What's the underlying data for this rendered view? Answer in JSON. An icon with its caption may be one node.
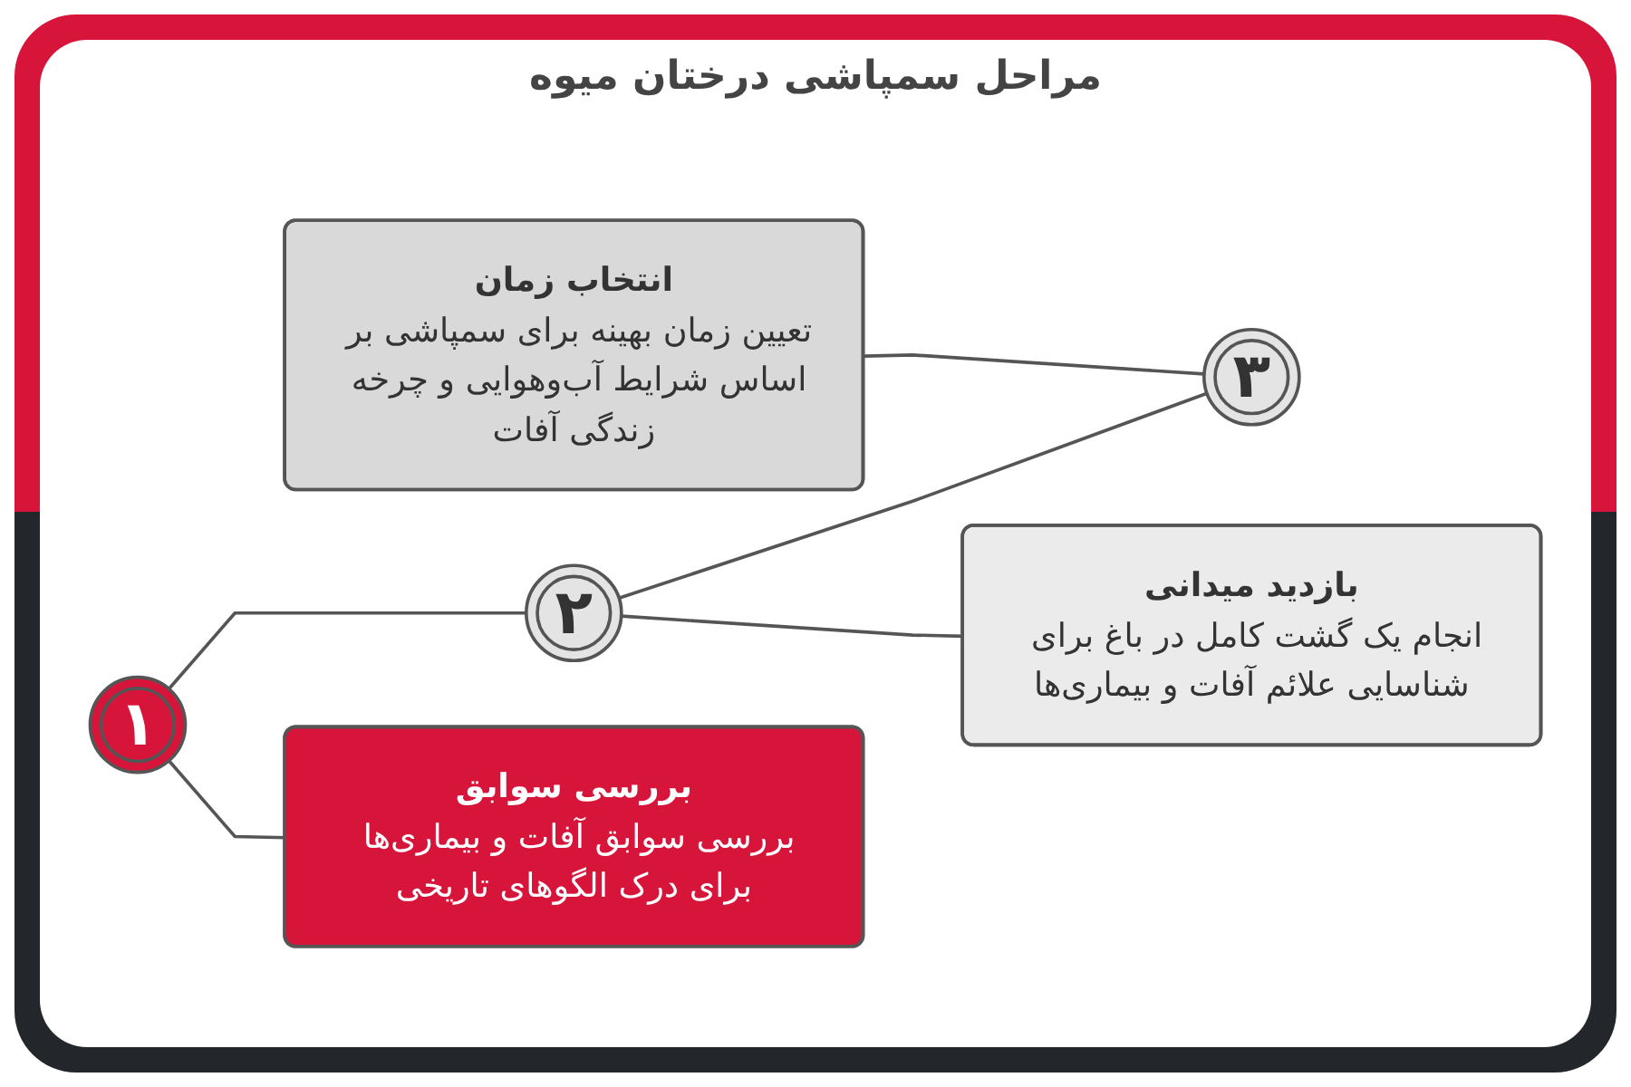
{
  "diagram": {
    "title": "مراحل سمپاشی درختان میوه",
    "nodes": [
      {
        "text": [
          "۳"
        ]
      },
      {
        "text": [
          "انتخاب زمان",
          "تعیین زمان بهینه برای سمپاشی بر اساس شرایط آب‌وهوایی و چرخه زندگی آفات"
        ]
      },
      {
        "text": [
          "بازدید میدانی",
          "انجام یک گشت کامل در باغ برای شناسایی علائم آفات و بیماری‌ها"
        ]
      },
      {
        "text": [
          "۲"
        ]
      },
      {
        "text": [
          "بررسی سوابق",
          "بررسی سوابق آفات و بیماری‌ها برای درک الگوهای تاریخی"
        ]
      },
      {
        "text": [
          "۱"
        ]
      }
    ],
    "edges": [
      {
        "from": 1,
        "to": 0,
        "arrow": "none"
      },
      {
        "from": 3,
        "to": 0,
        "arrow": "none"
      },
      {
        "from": 3,
        "to": 2,
        "arrow": "none"
      },
      {
        "from": 5,
        "to": 3,
        "arrow": "none"
      },
      {
        "from": 5,
        "to": 4,
        "arrow": "none"
      }
    ]
  }
}
